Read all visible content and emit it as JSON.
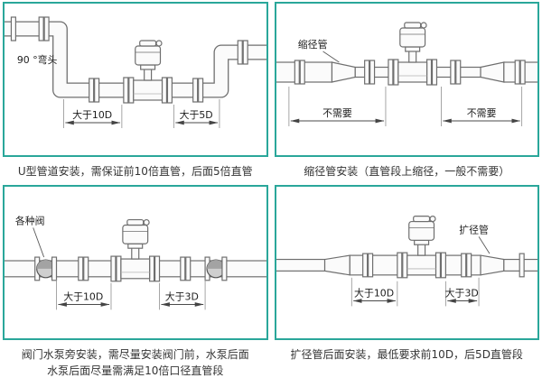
{
  "colors": {
    "accent": "#2aa79a",
    "line": "#6e6e6e",
    "ink": "#343434"
  },
  "panels": [
    {
      "name": "u-pipe-installation",
      "labels": {
        "elbow": "90 °弯头",
        "dim_left": "大于10D",
        "dim_right": "大于5D"
      },
      "captions": [
        "U型管道安装，需保证前10倍直管，后面5倍直管"
      ]
    },
    {
      "name": "reducer-installation",
      "labels": {
        "part": "缩径管",
        "dim_left": "不需要",
        "dim_right": "不需要"
      },
      "captions": [
        "缩径管安装（直管段上缩径，一般不需要）"
      ]
    },
    {
      "name": "valve-pump-installation",
      "labels": {
        "part": "各种阀",
        "dim_left": "大于10D",
        "dim_right": "大于3D"
      },
      "captions": [
        "阀门水泵旁安装，需尽量安装阀门前，水泵后面",
        "水泵后面尽量需满足10倍口径直管段"
      ]
    },
    {
      "name": "expander-installation",
      "labels": {
        "part": "扩径管",
        "dim_left": "大于10D",
        "dim_right": "大于3D"
      },
      "captions": [
        "扩径管后面安装，最低要求前10D，后5D直管段"
      ]
    }
  ]
}
